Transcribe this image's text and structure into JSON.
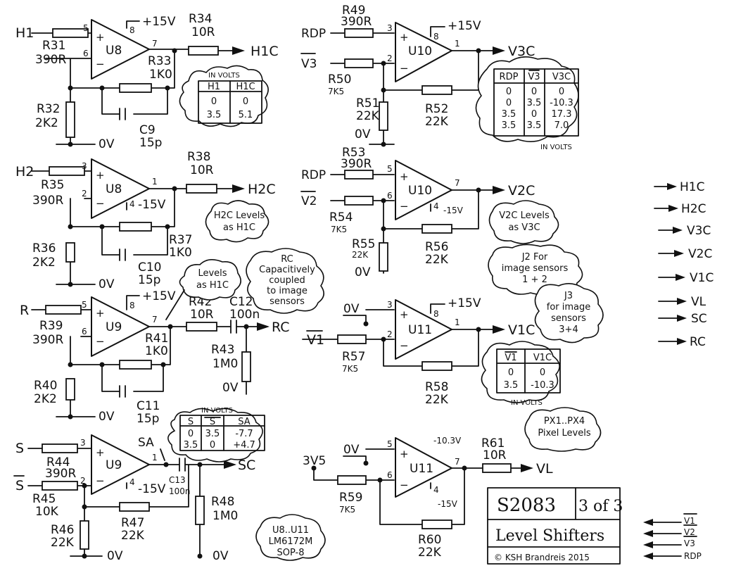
{
  "power": {
    "vpos": "+15V",
    "vneg": "-15V",
    "gnd": "0V"
  },
  "s1": {
    "in": "H1",
    "amp": "U8",
    "out": "H1C",
    "ri": "R31",
    "riv": "390R",
    "rg": "R32",
    "rgv": "2K2",
    "rf": "R33",
    "rfv": "1K0",
    "cf": "C9",
    "cfv": "15p",
    "ro": "R34",
    "rov": "10R",
    "p5": "5",
    "p6": "6",
    "p7": "7",
    "p8": "8"
  },
  "t1": {
    "title": "IN VOLTS",
    "h": [
      "H1",
      "H1C"
    ],
    "rows": [
      [
        "0",
        "0"
      ],
      [
        "3.5",
        "5.1"
      ]
    ]
  },
  "s2": {
    "in": "H2",
    "amp": "U8",
    "out": "H2C",
    "ri": "R35",
    "riv": "390R",
    "rg": "R36",
    "rgv": "2K2",
    "rf": "R37",
    "rfv": "1K0",
    "cf": "C10",
    "cfv": "15p",
    "ro": "R38",
    "rov": "10R",
    "p3": "3",
    "p2": "2",
    "p1": "1",
    "p4": "4",
    "note": [
      "H2C Levels",
      "as H1C"
    ]
  },
  "s3": {
    "in": "R",
    "amp": "U9",
    "out": "RC",
    "ri": "R39",
    "riv": "390R",
    "rg": "R40",
    "rgv": "2K2",
    "rf": "R41",
    "rfv": "1K0",
    "cf": "C11",
    "cfv": "15p",
    "ro": "R42",
    "rov": "10R",
    "cc": "C12",
    "ccv": "100n",
    "rb": "R43",
    "rbv": "1M0",
    "p5": "5",
    "p6": "6",
    "p7": "7",
    "p8": "8",
    "note1": [
      "Levels",
      "as H1C"
    ],
    "note2": [
      "RC",
      "Capacitively",
      "coupled",
      "to image",
      "sensors"
    ]
  },
  "s4": {
    "in_a": "S",
    "in_b": "S",
    "amp": "U9",
    "out": "SC",
    "node": "SA",
    "ra": "R44",
    "rav": "390R",
    "rb": "R45",
    "rbv": "10K",
    "rg": "R46",
    "rgv": "22K",
    "rf": "R47",
    "rfv": "22K",
    "cc": "C13",
    "ccv": "100n",
    "rl": "R48",
    "rlv": "1M0",
    "p3": "3",
    "p2": "2",
    "p1": "1",
    "p4": "4"
  },
  "t4": {
    "title": "IN VOLTS",
    "h": [
      "S",
      "S",
      "SA"
    ],
    "rows": [
      [
        "0",
        "3.5",
        "-7.7"
      ],
      [
        "3.5",
        "0",
        "+4.7"
      ]
    ]
  },
  "note_u8": [
    "U8..U11",
    "LM6172M",
    "SOP-8"
  ],
  "s5": {
    "in_a": "RDP",
    "in_b": "V3",
    "amp": "U10",
    "out": "V3C",
    "ra": "R49",
    "rav": "390R",
    "rb": "R50",
    "rbv": "7K5",
    "rg": "R51",
    "rgv": "22K",
    "rf": "R52",
    "rfv": "22K",
    "p3": "3",
    "p2": "2",
    "p1": "1",
    "p8": "8"
  },
  "t5": {
    "h": [
      "RDP",
      "V3",
      "V3C"
    ],
    "rows": [
      [
        "0",
        "0",
        "0"
      ],
      [
        "0",
        "3.5",
        "-10.3"
      ],
      [
        "3.5",
        "0",
        "17.3"
      ],
      [
        "3.5",
        "3.5",
        "7.0"
      ]
    ],
    "footer": "IN VOLTS"
  },
  "s6": {
    "in_a": "RDP",
    "in_b": "V2",
    "amp": "U10",
    "out": "V2C",
    "ra": "R53",
    "rav": "390R",
    "rb": "R54",
    "rbv": "7K5",
    "rg": "R55",
    "rgv": "22K",
    "rf": "R56",
    "rfv": "22K",
    "p5": "5",
    "p6": "6",
    "p7": "7",
    "p4": "4",
    "note": [
      "V2C Levels",
      "as V3C"
    ]
  },
  "note_j2": [
    "J2 For",
    "image sensors",
    "1 + 2"
  ],
  "note_j3": [
    "J3",
    "for image",
    "sensors",
    "3+4"
  ],
  "s7": {
    "in_a": "0V",
    "in_b": "V1",
    "amp": "U11",
    "out": "V1C",
    "rb": "R57",
    "rbv": "7K5",
    "rf": "R58",
    "rfv": "22K",
    "p3": "3",
    "p2": "2",
    "p1": "1",
    "p8": "8"
  },
  "t7": {
    "h": [
      "V1",
      "V1C"
    ],
    "rows": [
      [
        "0",
        "0"
      ],
      [
        "3.5",
        "-10.3"
      ]
    ],
    "footer": "IN VOLTS"
  },
  "note_px": [
    "PX1..PX4",
    "Pixel Levels"
  ],
  "s8": {
    "in_a": "0V",
    "in_b": "3V5",
    "amp": "U11",
    "out": "VL",
    "vout": "-10.3V",
    "rb": "R59",
    "rbv": "7K5",
    "rf": "R60",
    "rfv": "22K",
    "ro": "R61",
    "rov": "10R",
    "p5": "5",
    "p6": "6",
    "p7": "7",
    "p4": "4"
  },
  "outputs": [
    "H1C",
    "H2C",
    "V3C",
    "V2C",
    "V1C",
    "VL",
    "SC",
    "RC"
  ],
  "inputs": [
    "V1",
    "V2",
    "V3",
    "RDP"
  ],
  "title_block": {
    "code": "S2083",
    "sheet": "3 of 3",
    "name": "Level Shifters",
    "copyright": "© KSH Brandreis 2015"
  }
}
